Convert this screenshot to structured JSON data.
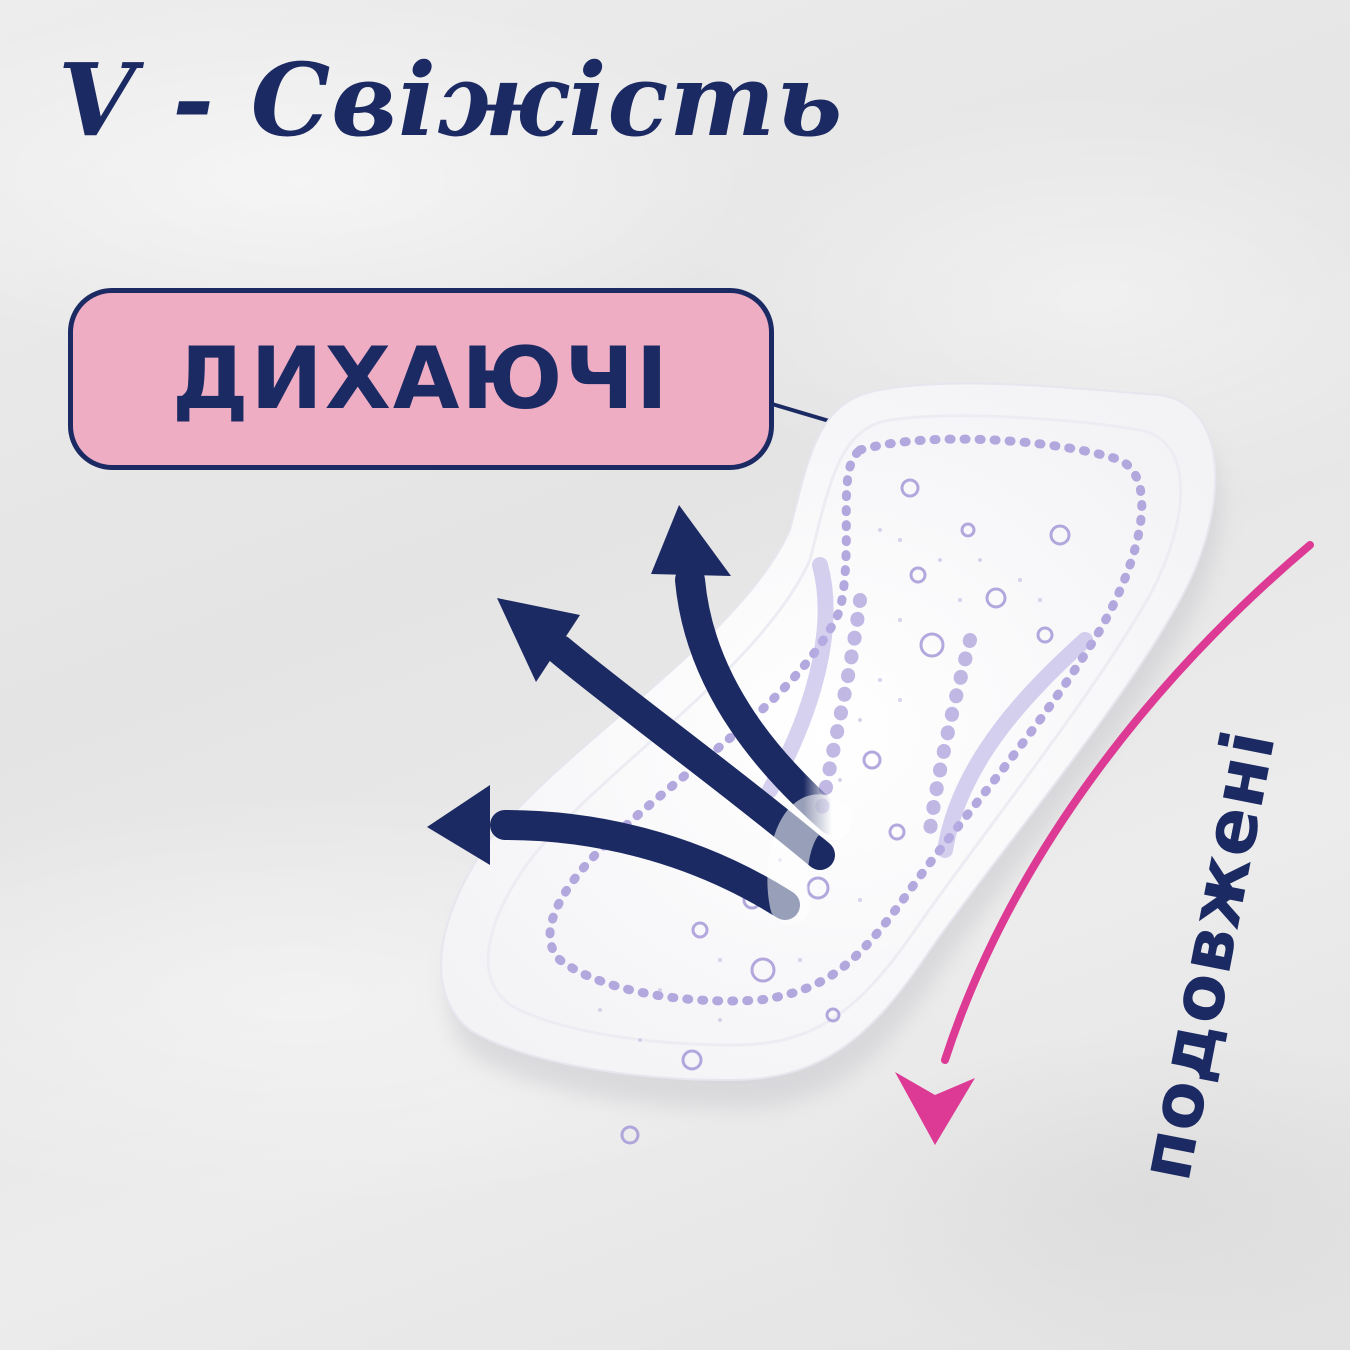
{
  "headline": "V - Свіжість",
  "callout": {
    "label": "ДИХАЮЧІ"
  },
  "side_label": "подовжені",
  "icons": {
    "product": "panty-liner-icon",
    "airflow": "airflow-arrows-icon",
    "length": "curved-length-arrow-icon"
  },
  "colors": {
    "navy": "#1c2a63",
    "pink_badge": "#efadc4",
    "magenta_arrow": "#dc3a94",
    "lavender": "#a79ad8",
    "background": "#ebebeb"
  }
}
